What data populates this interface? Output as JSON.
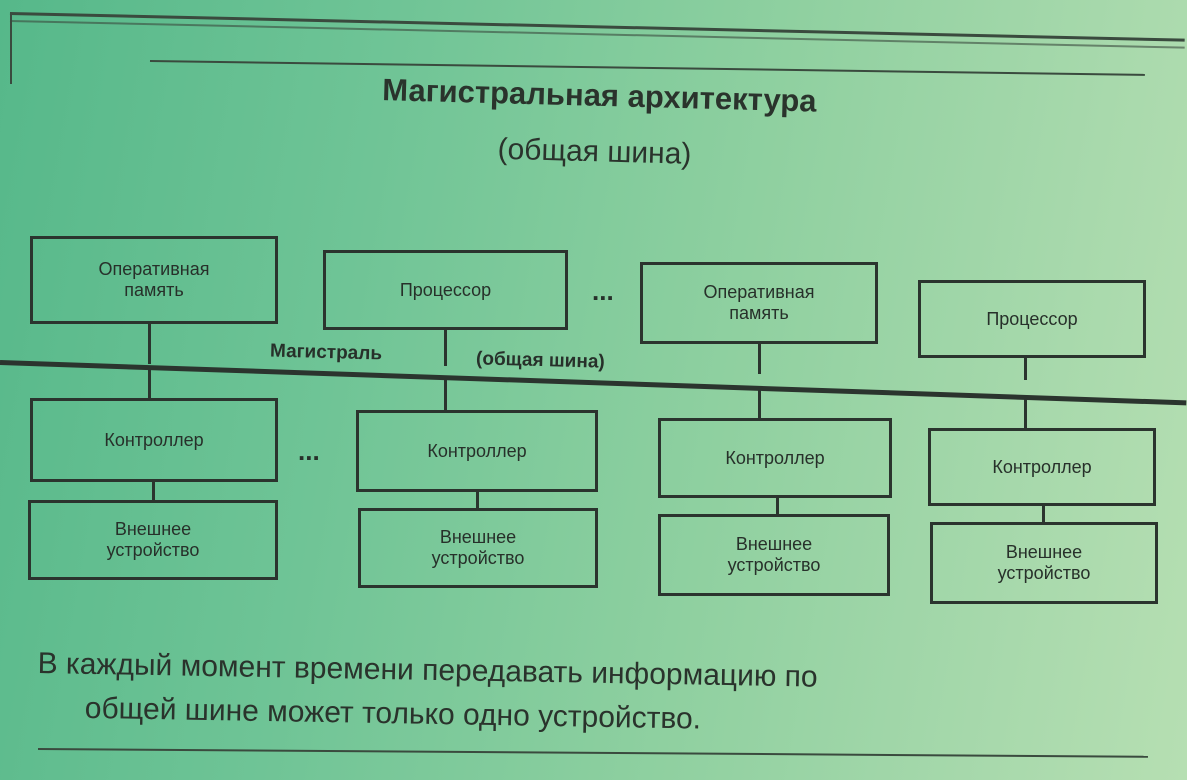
{
  "title": "Магистральная архитектура",
  "subtitle": "(общая шина)",
  "bus_label": "Магистраль",
  "bus_label_2": "(общая шина)",
  "top_boxes": [
    {
      "line1": "Оперативная",
      "line2": "память"
    },
    {
      "line1": "Процессор",
      "line2": ""
    },
    {
      "line1": "Оперативная",
      "line2": "память"
    },
    {
      "line1": "Процессор",
      "line2": ""
    }
  ],
  "ellipsis": "...",
  "controllers": [
    "Контроллер",
    "Контроллер",
    "Контроллер",
    "Контроллер"
  ],
  "devices": [
    {
      "line1": "Внешнее",
      "line2": "устройство"
    },
    {
      "line1": "Внешнее",
      "line2": "устройство"
    },
    {
      "line1": "Внешнее",
      "line2": "устройство"
    },
    {
      "line1": "Внешнее",
      "line2": "устройство"
    }
  ],
  "note_line1": "В каждый момент времени передавать информацию по",
  "note_line2": "общей шине может только одно устройство."
}
